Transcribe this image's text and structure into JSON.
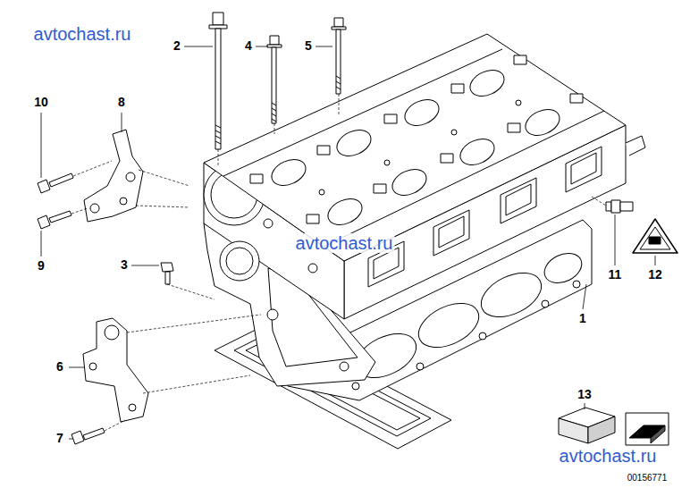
{
  "diagram": {
    "labels": [
      "avtochast.ru",
      "2",
      "4",
      "5",
      "10",
      "8",
      "avtochast.ru",
      "3",
      "9",
      "11",
      "12",
      "1",
      "6",
      "13",
      "7",
      "avtochast.ru",
      "00156771"
    ]
  }
}
